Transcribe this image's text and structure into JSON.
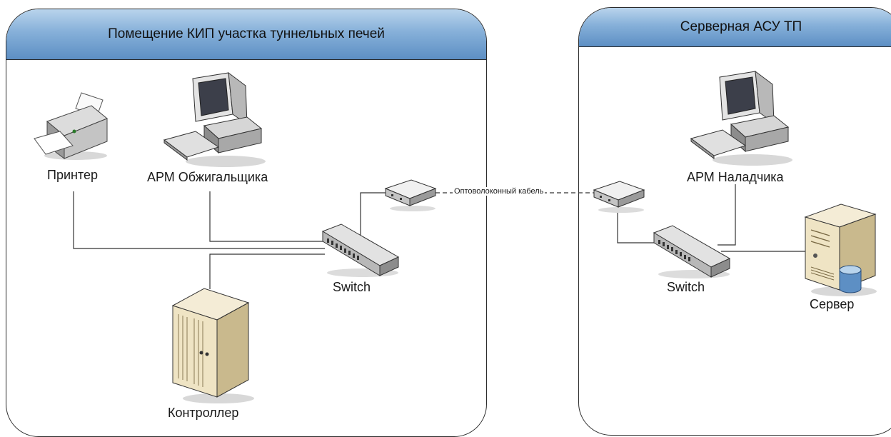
{
  "zones": {
    "left_title": "Помещение КИП участка туннельных печей",
    "right_title": "Серверная АСУ ТП"
  },
  "labels": {
    "printer": "Принтер",
    "arm_operator": "АРМ Обжигальщика",
    "switch_left": "Switch",
    "controller": "Контроллер",
    "fiber_cable": "Оптоволоконный кабель",
    "arm_tuner": "АРМ Наладчика",
    "switch_right": "Switch",
    "server": "Сервер"
  },
  "colors": {
    "header_gradient_top": "#b9d4ec",
    "header_gradient_bottom": "#5d8fc4",
    "line": "#333333"
  },
  "icons": [
    "printer-icon",
    "workstation-icon",
    "switch-icon",
    "media-converter-icon",
    "controller-cabinet-icon",
    "server-icon",
    "database-icon"
  ]
}
